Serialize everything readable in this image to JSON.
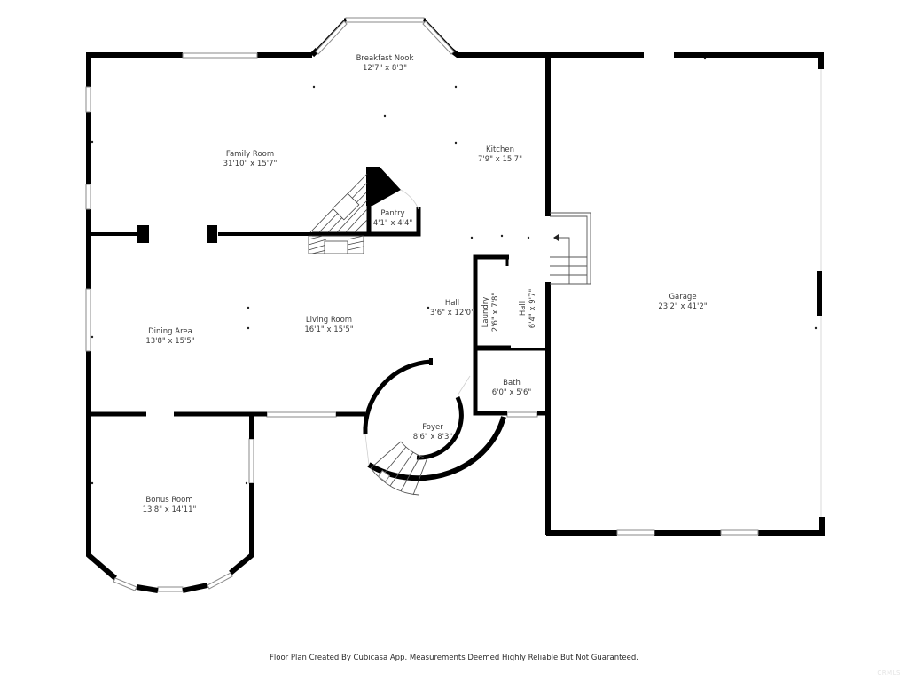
{
  "floor_plan": {
    "rooms": [
      {
        "id": "breakfast-nook",
        "name": "Breakfast Nook",
        "dims": "12'7\" x 8'3\""
      },
      {
        "id": "family-room",
        "name": "Family Room",
        "dims": "31'10\" x 15'7\""
      },
      {
        "id": "kitchen",
        "name": "Kitchen",
        "dims": "7'9\" x 15'7\""
      },
      {
        "id": "pantry",
        "name": "Pantry",
        "dims": "4'1\" x 4'4\""
      },
      {
        "id": "hall-main",
        "name": "Hall",
        "dims": "3'6\" x 12'0\""
      },
      {
        "id": "laundry",
        "name": "Laundry",
        "dims": "2'6\" x 7'8\""
      },
      {
        "id": "hall-side",
        "name": "Hall",
        "dims": "6'4\" x 9'7\""
      },
      {
        "id": "dining-area",
        "name": "Dining Area",
        "dims": "13'8\" x 15'5\""
      },
      {
        "id": "living-room",
        "name": "Living Room",
        "dims": "16'1\" x 15'5\""
      },
      {
        "id": "bath",
        "name": "Bath",
        "dims": "6'0\" x 5'6\""
      },
      {
        "id": "foyer",
        "name": "Foyer",
        "dims": "8'6\" x 8'3\""
      },
      {
        "id": "garage",
        "name": "Garage",
        "dims": "23'2\" x 41'2\""
      },
      {
        "id": "bonus-room",
        "name": "Bonus Room",
        "dims": "13'8\" x 14'11\""
      }
    ]
  },
  "footer": {
    "disclaimer": "Floor Plan Created By Cubicasa App. Measurements Deemed Highly Reliable But Not Guaranteed.",
    "watermark": "CRMLS"
  },
  "colors": {
    "wall": "#000000",
    "label": "#3a3a3a",
    "background": "#ffffff"
  }
}
